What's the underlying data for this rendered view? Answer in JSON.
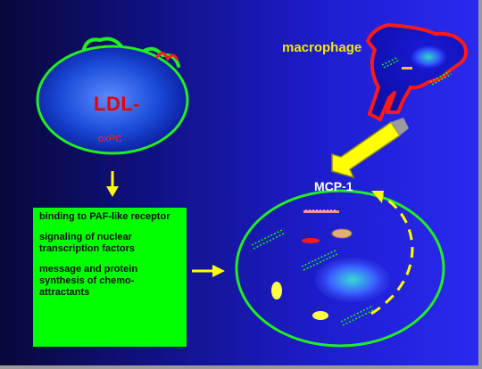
{
  "labels": {
    "ldl": "LDL-",
    "oxpc": "oxPC",
    "macrophage": "macrophage",
    "mcp1": "MCP-1"
  },
  "steps": [
    "binding to PAF-like receptor",
    "signaling of nuclear transcription factors",
    "message and protein synthesis of chemo-attractants"
  ],
  "colors": {
    "background_left": "#08083a",
    "background_right": "#2a2af0",
    "cell_outline": "#22ee22",
    "macrophage_outline": "#ff1a1a",
    "arrow_yellow": "#ffff00",
    "box_green": "#00ff00",
    "ldl_text": "#e80000"
  }
}
